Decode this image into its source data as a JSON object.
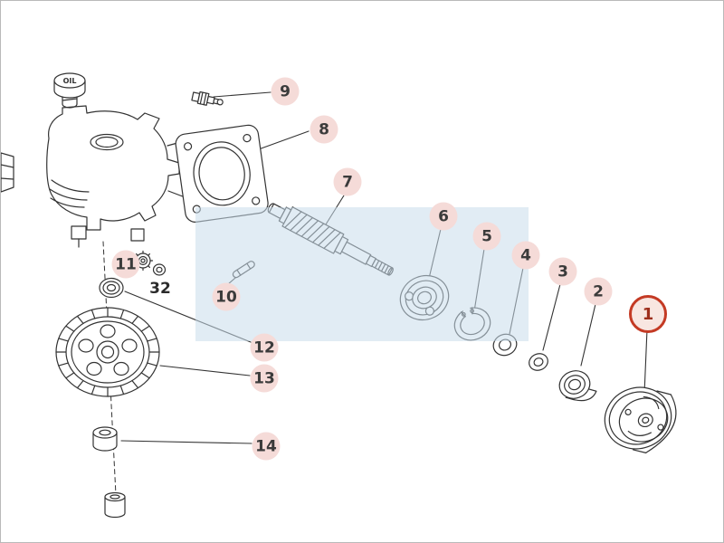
{
  "diagram": {
    "kind": "exploded-parts-diagram",
    "subject": "gear case and clutch drum assembly",
    "oil_cap_label": "OIL",
    "colors": {
      "badge_fill": "#f5dbd8",
      "badge_text": "#3b3b3b",
      "highlight_ring": "#c43a24",
      "highlight_text": "#9d2f1d",
      "watermark": "#c9ddeb",
      "line": "#333333",
      "background": "#ffffff"
    },
    "callouts": [
      {
        "num": "9",
        "highlighted": false
      },
      {
        "num": "8",
        "highlighted": false
      },
      {
        "num": "7",
        "highlighted": false
      },
      {
        "num": "6",
        "highlighted": false
      },
      {
        "num": "5",
        "highlighted": false
      },
      {
        "num": "4",
        "highlighted": false
      },
      {
        "num": "3",
        "highlighted": false
      },
      {
        "num": "2",
        "highlighted": false
      },
      {
        "num": "1",
        "highlighted": true
      },
      {
        "num": "10",
        "highlighted": false
      },
      {
        "num": "11",
        "highlighted": false
      },
      {
        "num": "12",
        "highlighted": false
      },
      {
        "num": "13",
        "highlighted": false
      },
      {
        "num": "14",
        "highlighted": false
      }
    ],
    "plain_labels": [
      {
        "text": "32"
      }
    ]
  }
}
